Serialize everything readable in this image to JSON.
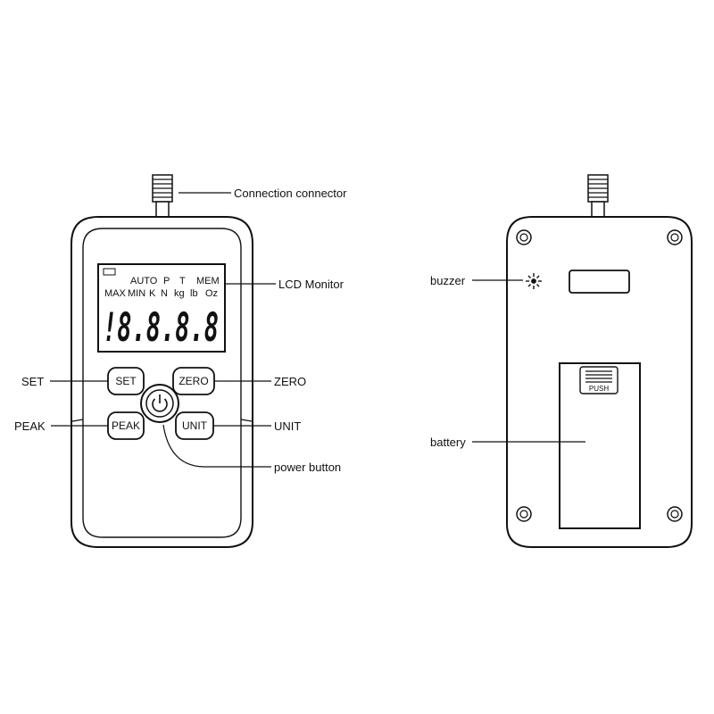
{
  "front": {
    "lcd": {
      "row1": [
        "AUTO",
        "P",
        "T",
        "MEM"
      ],
      "row2": [
        "MAX",
        "MIN",
        "K",
        "N",
        "kg",
        "lb",
        "Oz"
      ],
      "digits": "!8.8.8.8"
    },
    "buttons": {
      "set": "SET",
      "zero": "ZERO",
      "peak": "PEAK",
      "unit": "UNIT"
    },
    "callouts": {
      "connector": "Connection connector",
      "lcd": "LCD Monitor",
      "set": "SET",
      "zero": "ZERO",
      "peak": "PEAK",
      "unit": "UNIT",
      "power": "power button"
    }
  },
  "back": {
    "push_label": "PUSH",
    "callouts": {
      "buzzer": "buzzer",
      "battery": "battery"
    }
  }
}
